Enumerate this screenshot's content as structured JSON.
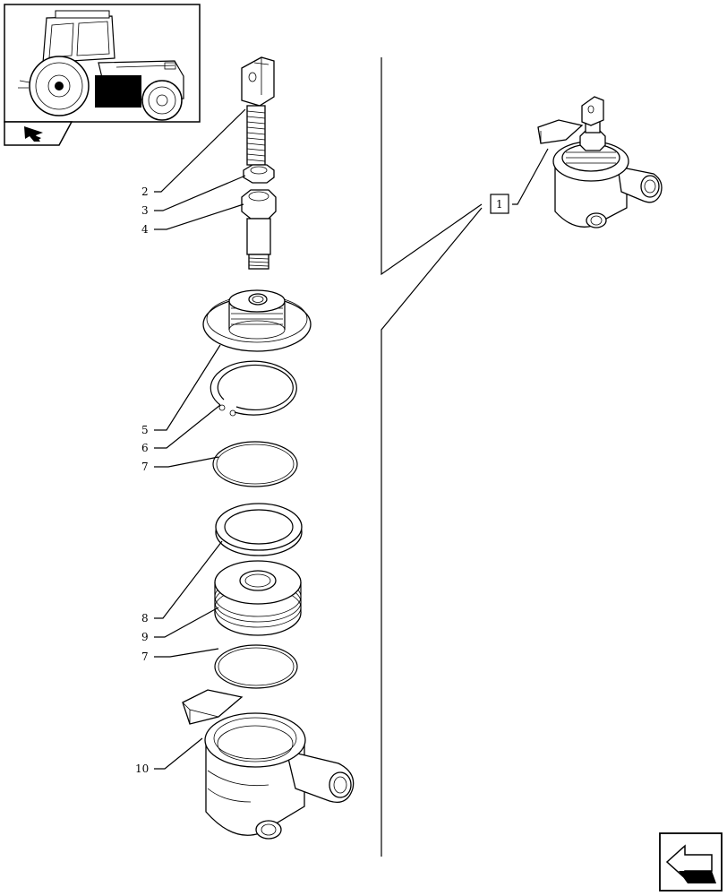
{
  "thumbnail": {
    "icon": "tractor-thumbnail",
    "nav_icon": "previous-page-arrow-icon"
  },
  "callouts": {
    "c2": "2",
    "c3": "3",
    "c4": "4",
    "c5": "5",
    "c6": "6",
    "c7a": "7",
    "c8": "8",
    "c9": "9",
    "c7b": "7",
    "c10": "10",
    "c1": "1"
  },
  "nav": {
    "icon": "next-page-arrow-icon"
  }
}
